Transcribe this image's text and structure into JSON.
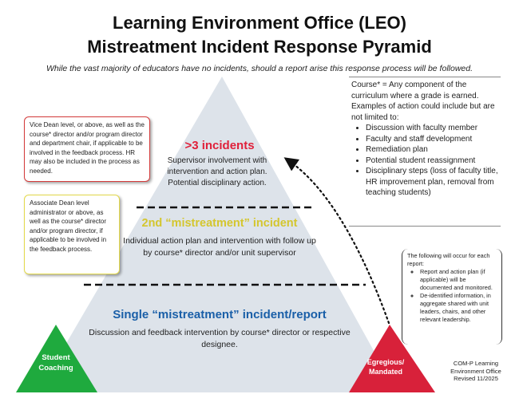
{
  "title_line1": "Learning Environment Office (LEO)",
  "title_line2": "Mistreatment Incident Response Pyramid",
  "subtitle": "While the vast majority of educators have no incidents, should a report arise this response process will be followed.",
  "levels": [
    {
      "title": ">3  incidents",
      "desc": "Supervisor involvement with intervention and action plan. Potential disciplinary action.",
      "color": "#e0203a"
    },
    {
      "title": "2nd “mistreatment” incident",
      "desc": "Individual action plan and intervention with follow up by course* director and/or unit supervisor",
      "color": "#e3d64a"
    },
    {
      "title": "Single “mistreatment” incident/report",
      "desc": "Discussion and feedback intervention by course* director or respective designee.",
      "color": "#1a5fa8"
    }
  ],
  "left_boxes": {
    "vice_dean": "Vice Dean level, or above, as well as the course* director and/or program director and department chair, if applicable to be involved in the feedback process. HR may also be included in the process as needed.",
    "assoc_dean": "Associate Dean level administrator or above, as well as the course* director and/or program director, if applicable to be involved in the feedback process."
  },
  "course_note": {
    "intro": "Course* = Any component of the curriculum where a grade is earned. Examples of action could include but are not limited to:",
    "items": [
      "Discussion with faculty member",
      "Faculty and staff development",
      "Remediation plan",
      "Potential student reassignment",
      "Disciplinary steps (loss of faculty title, HR improvement plan, removal from teaching students)"
    ]
  },
  "follow_box": {
    "intro": "The following will occur for each report:",
    "items": [
      "Report and action plan (if applicable) will be documented and monitored.",
      "De-identified information, in aggregate shared with unit leaders, chairs, and other relevant leadership."
    ]
  },
  "corners": {
    "left": "Student Coaching",
    "right": "Egregious/ Mandated",
    "left_color": "#1faa3e",
    "right_color": "#d8213a"
  },
  "footer": {
    "line1": "COM-P Learning",
    "line2": "Environment Office",
    "line3": "Revised 11/2025"
  },
  "colors": {
    "pyramid": "#dde3ea",
    "dash": "#111111"
  }
}
